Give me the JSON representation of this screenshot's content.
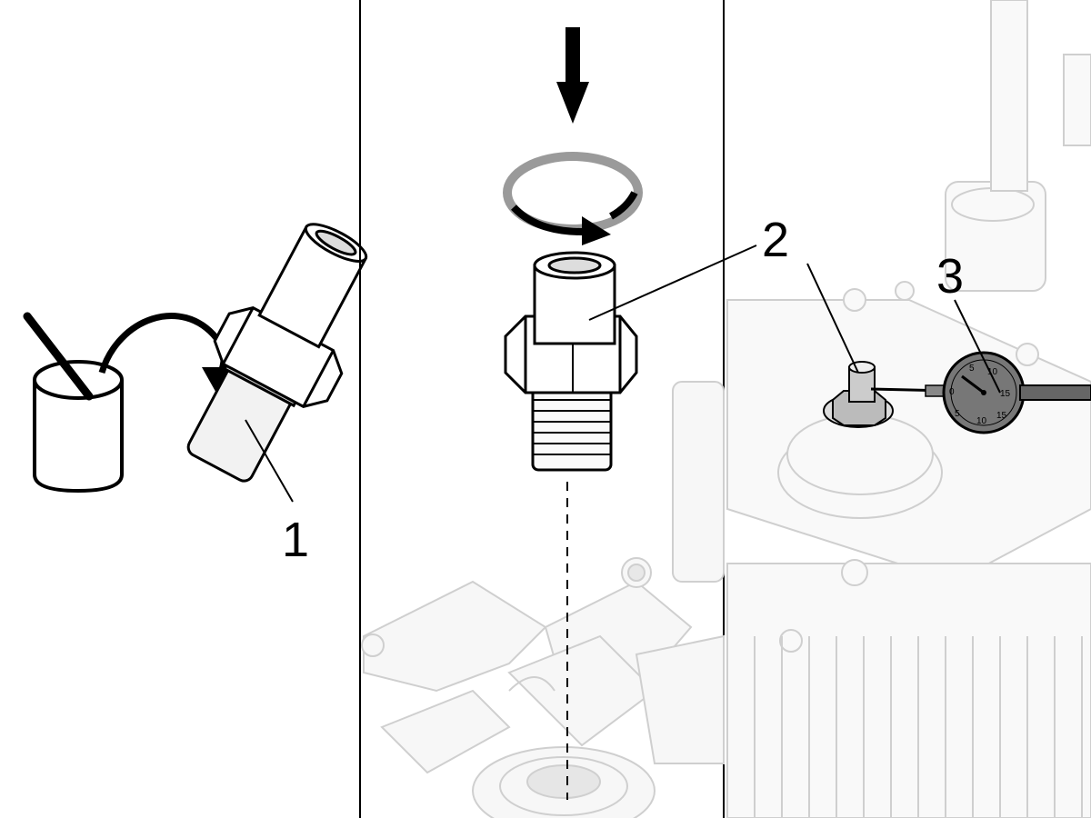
{
  "panels": [
    {
      "id": "panel-1",
      "callout": "1"
    },
    {
      "id": "panel-2",
      "callout": "2"
    },
    {
      "id": "panel-3",
      "callout": "3"
    }
  ],
  "dial_gauge": {
    "scale_labels": [
      "0",
      "5",
      "10",
      "15",
      "5",
      "10",
      "15"
    ]
  },
  "colors": {
    "line": "#000000",
    "background_machine": "#d9d9d9",
    "fitting_fill": "#eeeeee",
    "dial_fill": "#777777",
    "ring_grey": "#9a9a9a"
  }
}
